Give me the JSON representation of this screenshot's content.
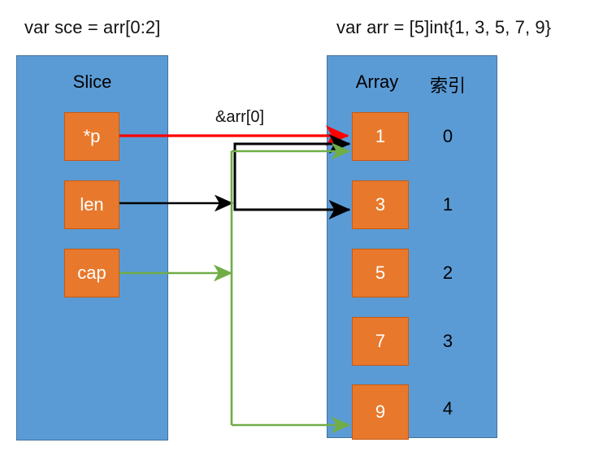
{
  "captions": {
    "left": "var sce = arr[0:2]",
    "right": "var arr = [5]int{1, 3, 5, 7, 9}"
  },
  "colors": {
    "panel_fill": "#5B9BD5",
    "panel_stroke": "#41719C",
    "cell_fill": "#E8792C",
    "cell_stroke": "#C55A11",
    "pointer_arrow": "#FF0000",
    "len_arrow": "#000000",
    "cap_arrow": "#70AD47",
    "background": "#FFFFFF",
    "text": "#000000"
  },
  "slice_panel": {
    "title": "Slice",
    "fields": [
      {
        "label": "*p",
        "wire_color": "#FF0000"
      },
      {
        "label": "len",
        "wire_color": "#000000"
      },
      {
        "label": "cap",
        "wire_color": "#70AD47"
      }
    ]
  },
  "array_panel": {
    "title_value": "Array",
    "title_index": "索引",
    "cells": [
      {
        "value": "1",
        "index": "0"
      },
      {
        "value": "3",
        "index": "1"
      },
      {
        "value": "5",
        "index": "2"
      },
      {
        "value": "7",
        "index": "3"
      },
      {
        "value": "9",
        "index": "4"
      }
    ]
  },
  "annotations": {
    "pointer_label": "&arr[0]"
  },
  "chart_data": {
    "type": "diagram",
    "title": "Go slice header pointing into a backing array",
    "nodes": [
      {
        "id": "slice",
        "label": "Slice",
        "fields": [
          "*p",
          "len",
          "cap"
        ]
      },
      {
        "id": "array",
        "label": "Array",
        "values": [
          1,
          3,
          5,
          7,
          9
        ],
        "indices": [
          0,
          1,
          2,
          3,
          4
        ]
      }
    ],
    "edges": [
      {
        "from": "*p",
        "to": "arr[0]",
        "color": "#FF0000",
        "label": "&arr[0]"
      },
      {
        "from": "len",
        "to": "arr[0]",
        "color": "#000000",
        "label": ""
      },
      {
        "from": "len",
        "to": "arr[1]",
        "color": "#000000",
        "label": ""
      },
      {
        "from": "cap",
        "to": "arr[0]",
        "color": "#70AD47",
        "label": ""
      },
      {
        "from": "cap",
        "to": "arr[4]",
        "color": "#70AD47",
        "label": ""
      }
    ]
  }
}
